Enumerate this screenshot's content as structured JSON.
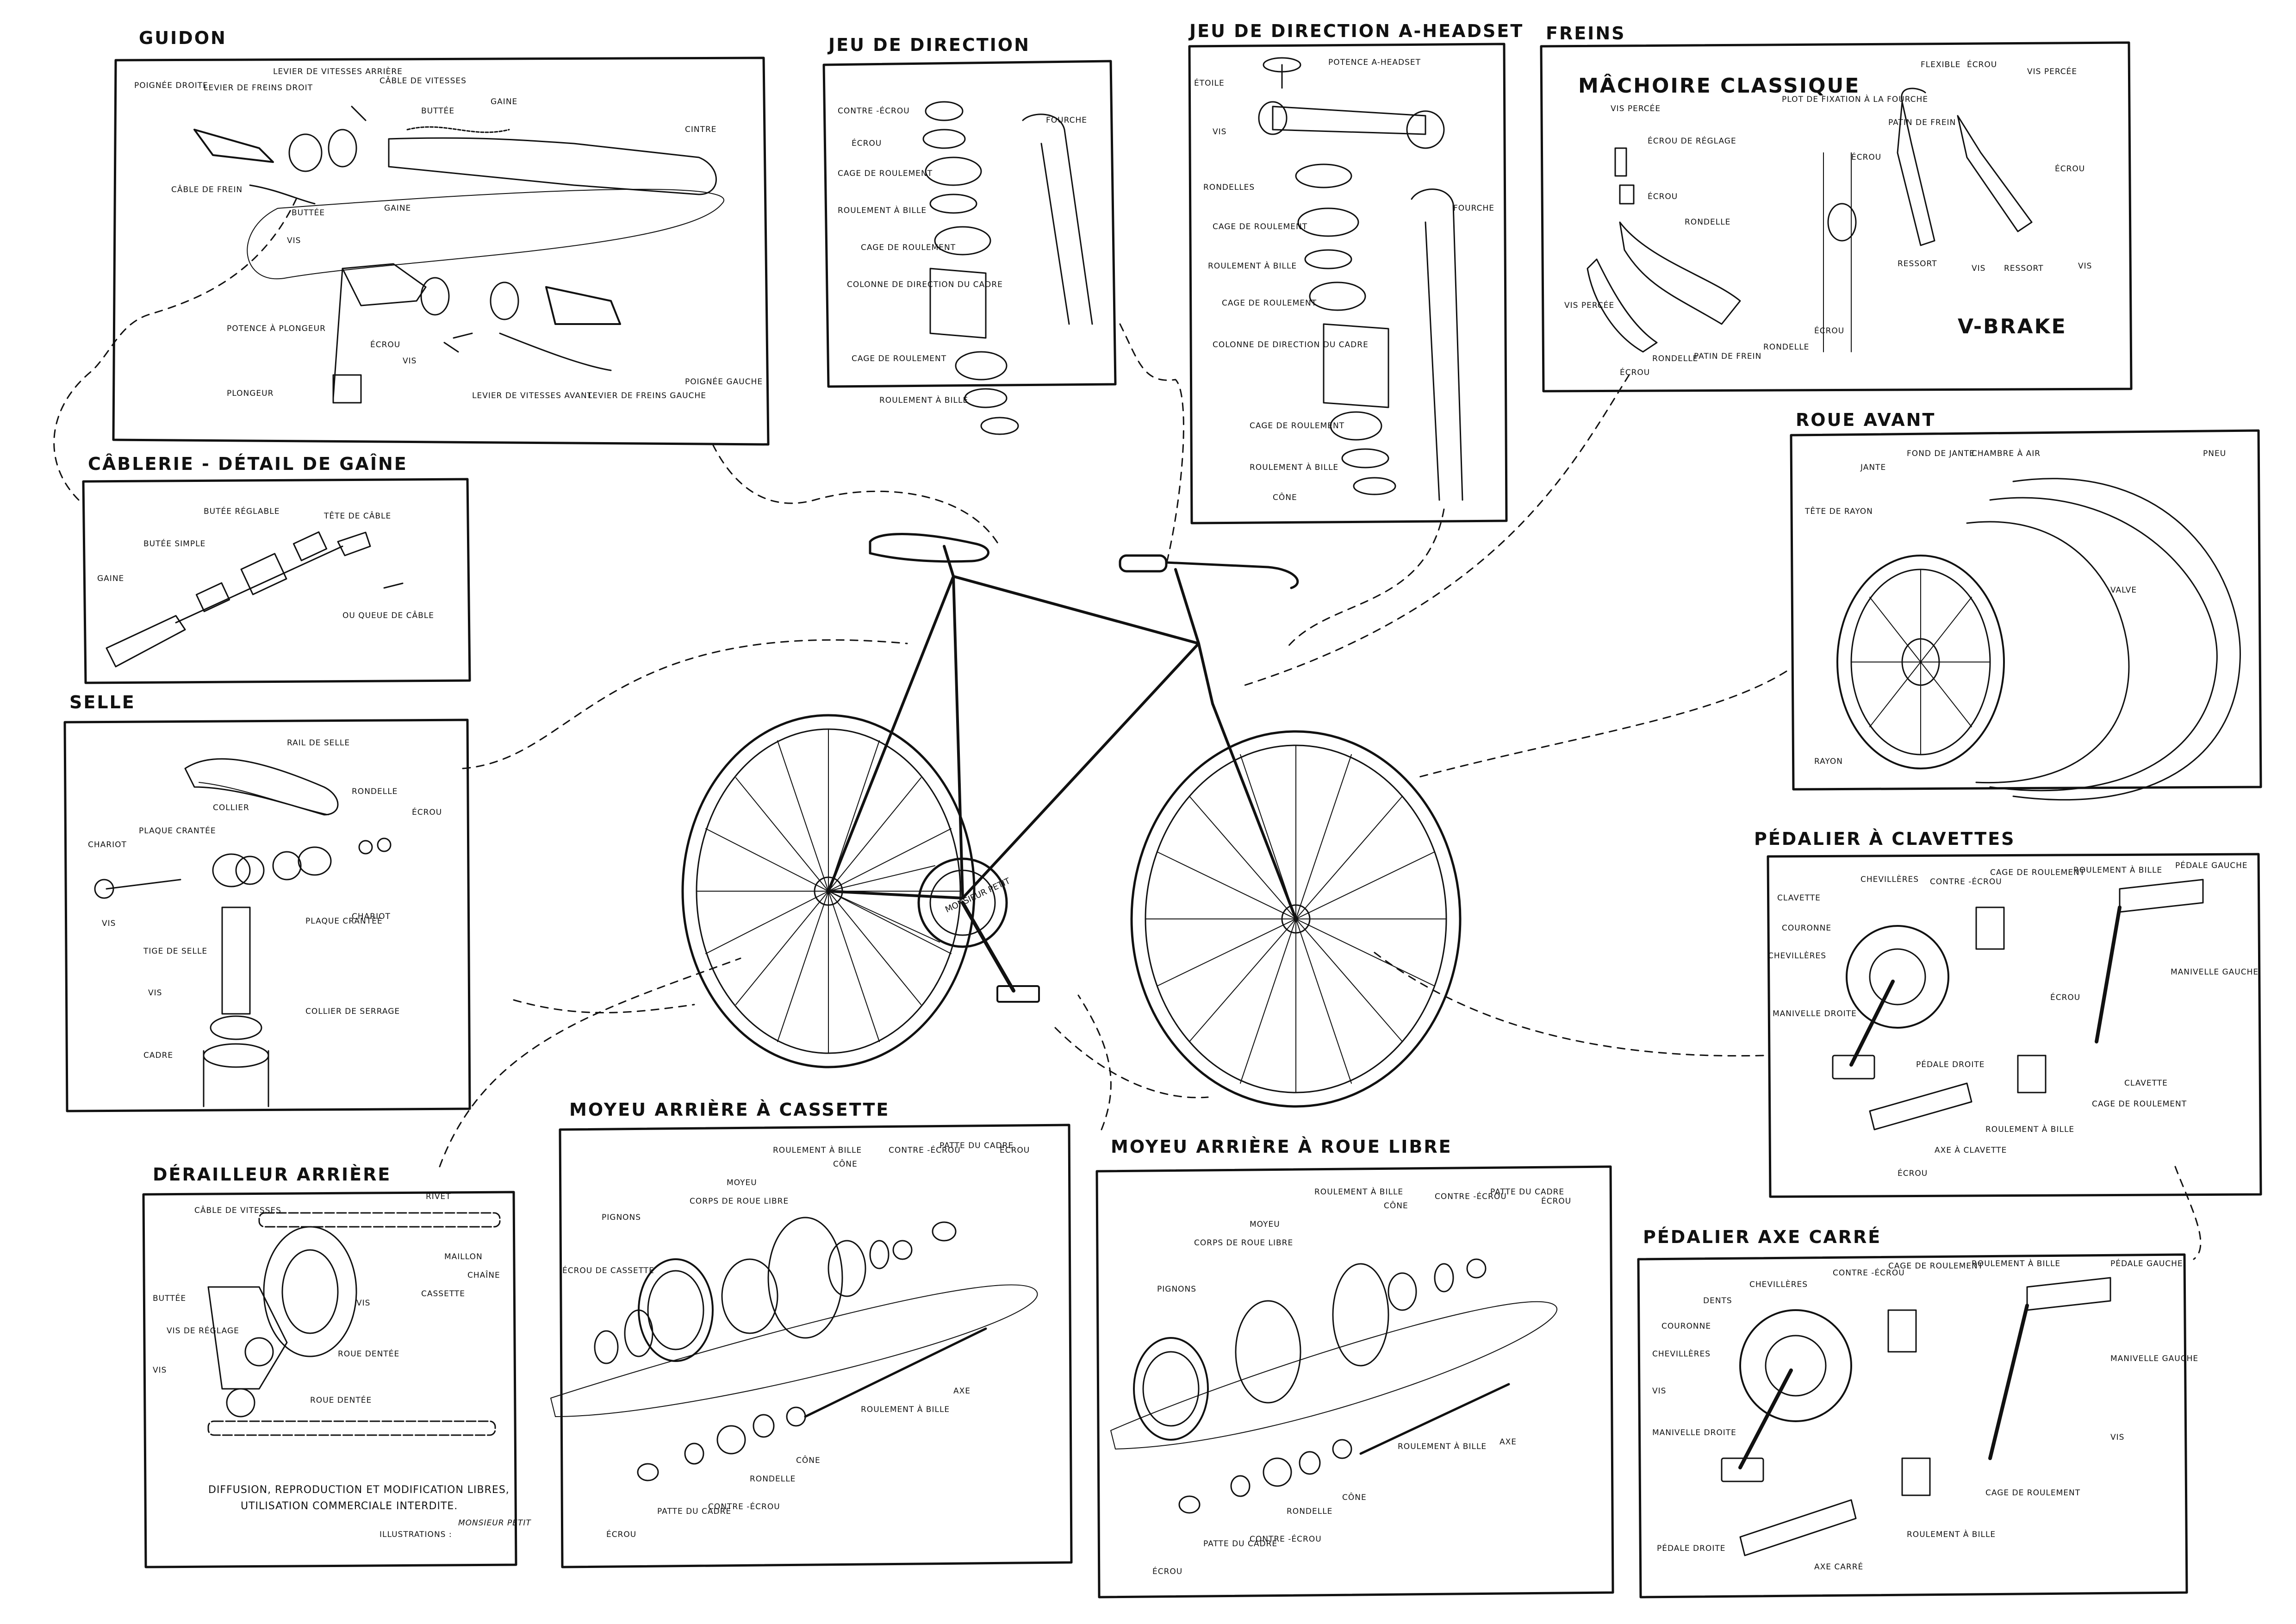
{
  "panels": [
    {
      "id": "guidon",
      "title": "GUIDON",
      "labels": [
        "POIGNÉE DROITE",
        "LEVIER DE FREINS DROIT",
        "LEVIER DE VITESSES ARRIÈRE",
        "CÂBLE DE VITESSES",
        "BUTTÉE",
        "GAINE",
        "CINTRE",
        "CÂBLE DE FREIN",
        "BUTTÉE",
        "GAINE",
        "VIS",
        "POTENCE À PLONGEUR",
        "ÉCROU",
        "VIS",
        "PLONGEUR",
        "LEVIER DE VITESSES AVANT",
        "LEVIER DE FREINS GAUCHE",
        "POIGNÉE GAUCHE"
      ]
    },
    {
      "id": "jeu",
      "title": "JEU DE DIRECTION",
      "labels": [
        "CONTRE -ÉCROU",
        "ÉCROU",
        "CAGE DE ROULEMENT",
        "ROULEMENT À BILLE",
        "CAGE DE ROULEMENT",
        "COLONNE DE DIRECTION DU CADRE",
        "CAGE DE ROULEMENT",
        "ROULEMENT À BILLE",
        "FOURCHE"
      ]
    },
    {
      "id": "ahead",
      "title": "JEU DE DIRECTION A-HEADSET",
      "labels": [
        "ÉTOILE",
        "POTENCE A-HEADSET",
        "VIS",
        "RONDELLES",
        "CAGE DE ROULEMENT",
        "ROULEMENT À BILLE",
        "CAGE DE ROULEMENT",
        "COLONNE DE DIRECTION DU CADRE",
        "CAGE DE ROULEMENT",
        "ROULEMENT À BILLE",
        "CÔNE",
        "FOURCHE"
      ]
    },
    {
      "id": "freins",
      "title": "FREINS",
      "subtitle": "MÂCHOIRE CLASSIQUE",
      "vbrake": "V-BRAKE",
      "labels": [
        "VIS PERCÉE",
        "ÉCROU DE RÉGLAGE",
        "ÉCROU",
        "RONDELLE",
        "VIS PERCÉE",
        "RONDELLE",
        "ÉCROU",
        "PATIN DE FREIN",
        "RONDELLE",
        "ÉCROU",
        "FLEXIBLE",
        "ÉCROU",
        "VIS PERCÉE",
        "PLOT DE FIXATION À LA FOURCHE",
        "PATIN DE FREIN",
        "ÉCROU",
        "ÉCROU",
        "RESSORT",
        "VIS",
        "RESSORT",
        "VIS"
      ]
    },
    {
      "id": "cablerie",
      "title": "CÂBLERIE - DÉTAIL DE GAÎNE",
      "labels": [
        "BUTÉE RÉGLABLE",
        "TÊTE DE CÂBLE",
        "BUTÉE SIMPLE",
        "GAINE",
        "OU QUEUE DE CÂBLE"
      ]
    },
    {
      "id": "roue",
      "title": "ROUE AVANT",
      "labels": [
        "FOND DE JANTE",
        "CHAMBRE À AIR",
        "PNEU",
        "JANTE",
        "TÊTE DE RAYON",
        "VALVE",
        "RAYON"
      ]
    },
    {
      "id": "selle",
      "title": "SELLE",
      "labels": [
        "RAIL DE SELLE",
        "RONDELLE",
        "ÉCROU",
        "COLLIER",
        "PLAQUE CRANTÉE",
        "CHARIOT",
        "VIS",
        "PLAQUE CRANTÉE",
        "CHARIOT",
        "TIGE DE SELLE",
        "VIS",
        "COLLIER DE SERRAGE",
        "CADRE"
      ]
    },
    {
      "id": "pedclav",
      "title": "PÉDALIER À CLAVETTES",
      "labels": [
        "CLAVETTE",
        "CHEVILLÈRES",
        "CONTRE -ÉCROU",
        "CAGE DE ROULEMENT",
        "ROULEMENT À BILLE",
        "PÉDALE GAUCHE",
        "COURONNE",
        "CHEVILLÈRES",
        "MANIVELLE GAUCHE",
        "MANIVELLE DROITE",
        "ÉCROU",
        "PÉDALE DROITE",
        "CLAVETTE",
        "CAGE DE ROULEMENT",
        "ROULEMENT À BILLE",
        "AXE À CLAVETTE",
        "ÉCROU"
      ]
    },
    {
      "id": "derail",
      "title": "DÉRAILLEUR ARRIÈRE",
      "labels": [
        "CÂBLE DE VITESSES",
        "RIVET",
        "MAILLON",
        "CHAÎNE",
        "BUTTÉE",
        "CASSETTE",
        "VIS",
        "VIS DE RÉGLAGE",
        "ROUE DENTÉE",
        "VIS",
        "ROUE DENTÉE"
      ]
    },
    {
      "id": "cassette",
      "title": "MOYEU ARRIÈRE À CASSETTE",
      "labels": [
        "PIGNONS",
        "CORPS DE ROUE LIBRE",
        "MOYEU",
        "ROULEMENT À BILLE",
        "CÔNE",
        "CONTRE -ÉCROU",
        "PATTE DU CADRE",
        "ÉCROU",
        "ÉCROU DE CASSETTE",
        "AXE",
        "ROULEMENT À BILLE",
        "CÔNE",
        "RONDELLE",
        "CONTRE -ÉCROU",
        "PATTE DU CADRE",
        "ÉCROU"
      ]
    },
    {
      "id": "rouelibre",
      "title": "MOYEU ARRIÈRE À ROUE LIBRE",
      "labels": [
        "CORPS DE ROUE LIBRE",
        "MOYEU",
        "ROULEMENT À BILLE",
        "CÔNE",
        "CONTRE -ÉCROU",
        "PATTE DU CADRE",
        "ÉCROU",
        "PIGNONS",
        "AXE",
        "ROULEMENT À BILLE",
        "CÔNE",
        "RONDELLE",
        "CONTRE -ÉCROU",
        "PATTE DU CADRE",
        "ÉCROU"
      ]
    },
    {
      "id": "pedcarre",
      "title": "PÉDALIER AXE CARRÉ",
      "labels": [
        "CHEVILLÈRES",
        "CONTRE -ÉCROU",
        "CAGE DE ROULEMENT",
        "ROULEMENT À BILLE",
        "PÉDALE GAUCHE",
        "DENTS",
        "COURONNE",
        "CHEVILLÈRES",
        "MANIVELLE GAUCHE",
        "VIS",
        "MANIVELLE DROITE",
        "VIS",
        "PÉDALE DROITE",
        "AXE CARRÉ",
        "CAGE DE ROULEMENT",
        "ROULEMENT À BILLE"
      ]
    }
  ],
  "footer": {
    "license_line1": "DIFFUSION, REPRODUCTION ET MODIFICATION LIBRES,",
    "license_line2": "UTILISATION COMMERCIALE INTERDITE.",
    "credit_label": "ILLUSTRATIONS :",
    "credit_signature": "MONSIEUR PETIT"
  },
  "bike_frame_text": "MONSIEUR PETIT"
}
